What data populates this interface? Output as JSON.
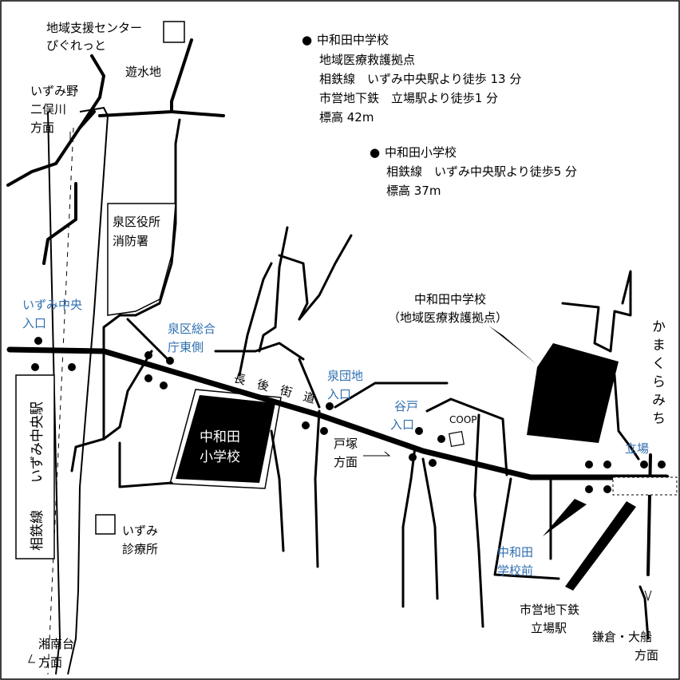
{
  "colors": {
    "ink": "#000000",
    "label_blue": "#2f6fb0",
    "background": "#ffffff"
  },
  "info": {
    "junior_high": {
      "bullet": "●",
      "title": "中和田中学校",
      "line1": "地域医療救護拠点",
      "line2": "相鉄線　いずみ中央駅より徒歩 13 分",
      "line3": "市営地下鉄　立場駅より徒歩1 分",
      "line4": "標高 42m"
    },
    "elementary": {
      "bullet": "●",
      "title": "中和田小学校",
      "line1": "相鉄線　いずみ中央駅より徒歩5 分",
      "line2": "標高 37m"
    }
  },
  "labels": {
    "center_line1": "地域支援センター",
    "center_line2": "ぴぐれっと",
    "yusuichi": "遊水地",
    "izumino_line1": "いずみ野",
    "izumino_line2": "二俣川",
    "izumino_line3": "方面",
    "ward_office_line1": "泉区役所",
    "ward_office_line2": "消防署",
    "nagago_kaido": "長　後　街　道",
    "elementary_line1": "中和田",
    "elementary_line2": "小学校",
    "totsuka_line1": "戸塚",
    "totsuka_line2": "方面",
    "coop": "COOP",
    "jhs_line1": "中和田中学校",
    "jhs_line2": "（地域医療救護拠点）",
    "kamakura_michi": "かまくらみち",
    "izumi_clinic_line1": "いずみ",
    "izumi_clinic_line2": "診療所",
    "sotetsu_line": "相鉄線",
    "izumi_chuo_station": "いずみ中央駅",
    "shonandai_line1": "湘南台",
    "shonandai_line2": "方面",
    "subway_line1": "市営地下鉄",
    "subway_line2": "立場駅",
    "kamakura_ofuna_line1": "鎌倉・大船",
    "kamakura_ofuna_line2": "方面"
  },
  "bus_stops": {
    "izumi_chuo_entrance_line1": "いずみ中央",
    "izumi_chuo_entrance_line2": "入口",
    "izumi_sogo_line1": "泉区総合",
    "izumi_sogo_line2": "庁東側",
    "izumi_danchi_line1": "泉団地",
    "izumi_danchi_line2": "入口",
    "yato_line1": "谷戸",
    "yato_line2": "入口",
    "tateba": "立場",
    "jhs_mae_line1": "中和田",
    "jhs_mae_line2": "学校前"
  },
  "marker_icons": [
    "bus-stop-dot-icon",
    "building-square-icon",
    "direction-arrow-icon"
  ]
}
